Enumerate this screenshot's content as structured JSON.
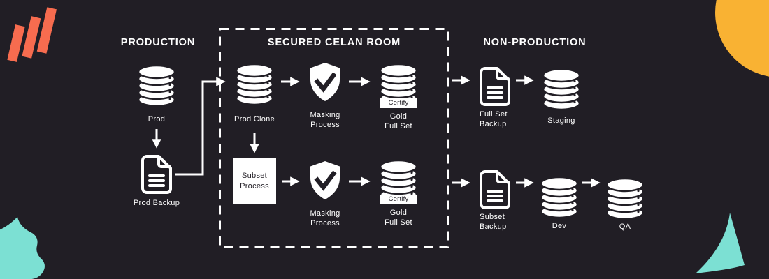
{
  "headings": {
    "production": "PRODUCTION",
    "secured_room": "SECURED CELAN ROOM",
    "non_production": "NON-PRODUCTION"
  },
  "production": {
    "prod": {
      "label": "Prod"
    },
    "prod_backup": {
      "label": "Prod Backup"
    }
  },
  "secured_room": {
    "prod_clone": {
      "label": "Prod Clone"
    },
    "masking_top": {
      "line1": "Masking",
      "line2": "Process"
    },
    "gold_top": {
      "badge": "Certify",
      "line1": "Gold",
      "line2": "Full Set"
    },
    "subset_process": {
      "line1": "Subset",
      "line2": "Process"
    },
    "masking_bottom": {
      "line1": "Masking",
      "line2": "Process"
    },
    "gold_bottom": {
      "badge": "Certify",
      "line1": "Gold",
      "line2": "Full Set"
    }
  },
  "non_production": {
    "full_set_backup": {
      "line1": "Full Set",
      "line2": "Backup"
    },
    "staging": {
      "label": "Staging"
    },
    "subset_backup": {
      "line1": "Subset",
      "line2": "Backup"
    },
    "dev": {
      "label": "Dev"
    },
    "qa": {
      "label": "QA"
    }
  },
  "colors": {
    "background": "#211E25",
    "foreground": "#FFFFFF",
    "accent_coral": "#F76C4F",
    "accent_yellow": "#F9B233",
    "accent_teal": "#7CE0D3"
  }
}
